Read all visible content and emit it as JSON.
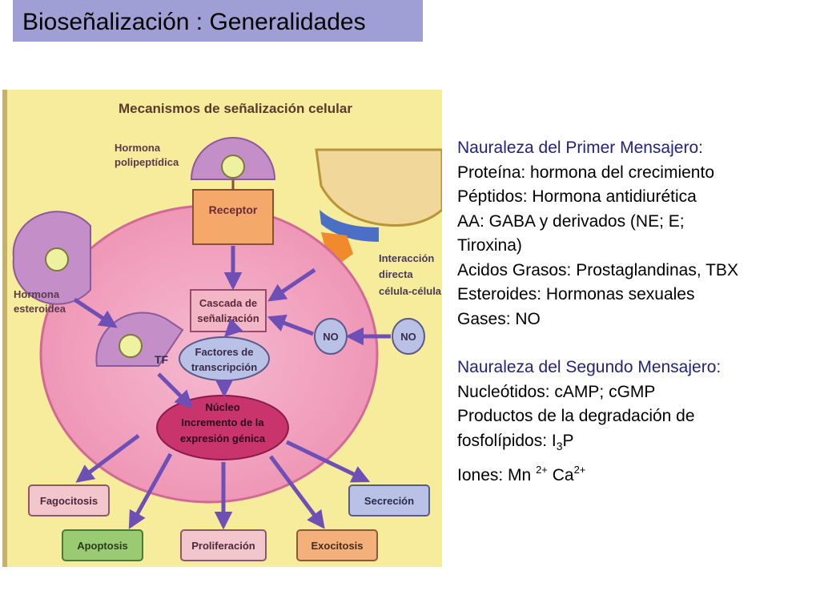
{
  "slide": {
    "title": "Bioseñalización : Generalidades"
  },
  "figure": {
    "title": "Mecanismos de señalización celular",
    "labels": {
      "hormona_polipeptidica_1": "Hormona",
      "hormona_polipeptidica_2": "polipeptídica",
      "receptor": "Receptor",
      "hormona_esteroidea_1": "Hormona",
      "hormona_esteroidea_2": "esteroidea",
      "interaccion_1": "Interacción",
      "interaccion_2": "directa",
      "interaccion_3": "célula-célula",
      "cascada_1": "Cascada de",
      "cascada_2": "señalización",
      "no_inner": "NO",
      "no_outer": "NO",
      "tf": "TF",
      "factores_1": "Factores de",
      "factores_2": "transcripción",
      "nucleo_1": "Núcleo",
      "nucleo_2": "Incremento de la",
      "nucleo_3": "expresión génica",
      "fagocitosis": "Fagocitosis",
      "secrecion": "Secreción",
      "apoptosis": "Apoptosis",
      "proliferacion": "Proliferación",
      "exocitosis": "Exocitosis"
    }
  },
  "primer_mensajero": {
    "heading": "Nauraleza del Primer Mensajero:",
    "items": [
      "Proteína: hormona del crecimiento",
      "Péptidos: Hormona antidiurética",
      "AA: GABA y derivados (NE; E;",
      "Tiroxina)",
      "Acidos Grasos: Prostaglandinas, TBX",
      "Esteroides: Hormonas sexuales",
      "Gases: NO"
    ]
  },
  "segundo_mensajero": {
    "heading": "Nauraleza del Segundo Mensajero:",
    "items": [
      "Nucleótidos:  cAMP; cGMP",
      "Productos de la degradación de"
    ],
    "fosfolipidos": {
      "prefix": "fosfolípidos: I",
      "sub": "3",
      "suffix": "P"
    },
    "iones": {
      "prefix": "Iones: Mn ",
      "mn_sup": "2+",
      "middle": " Ca",
      "ca_sup": "2+"
    }
  }
}
